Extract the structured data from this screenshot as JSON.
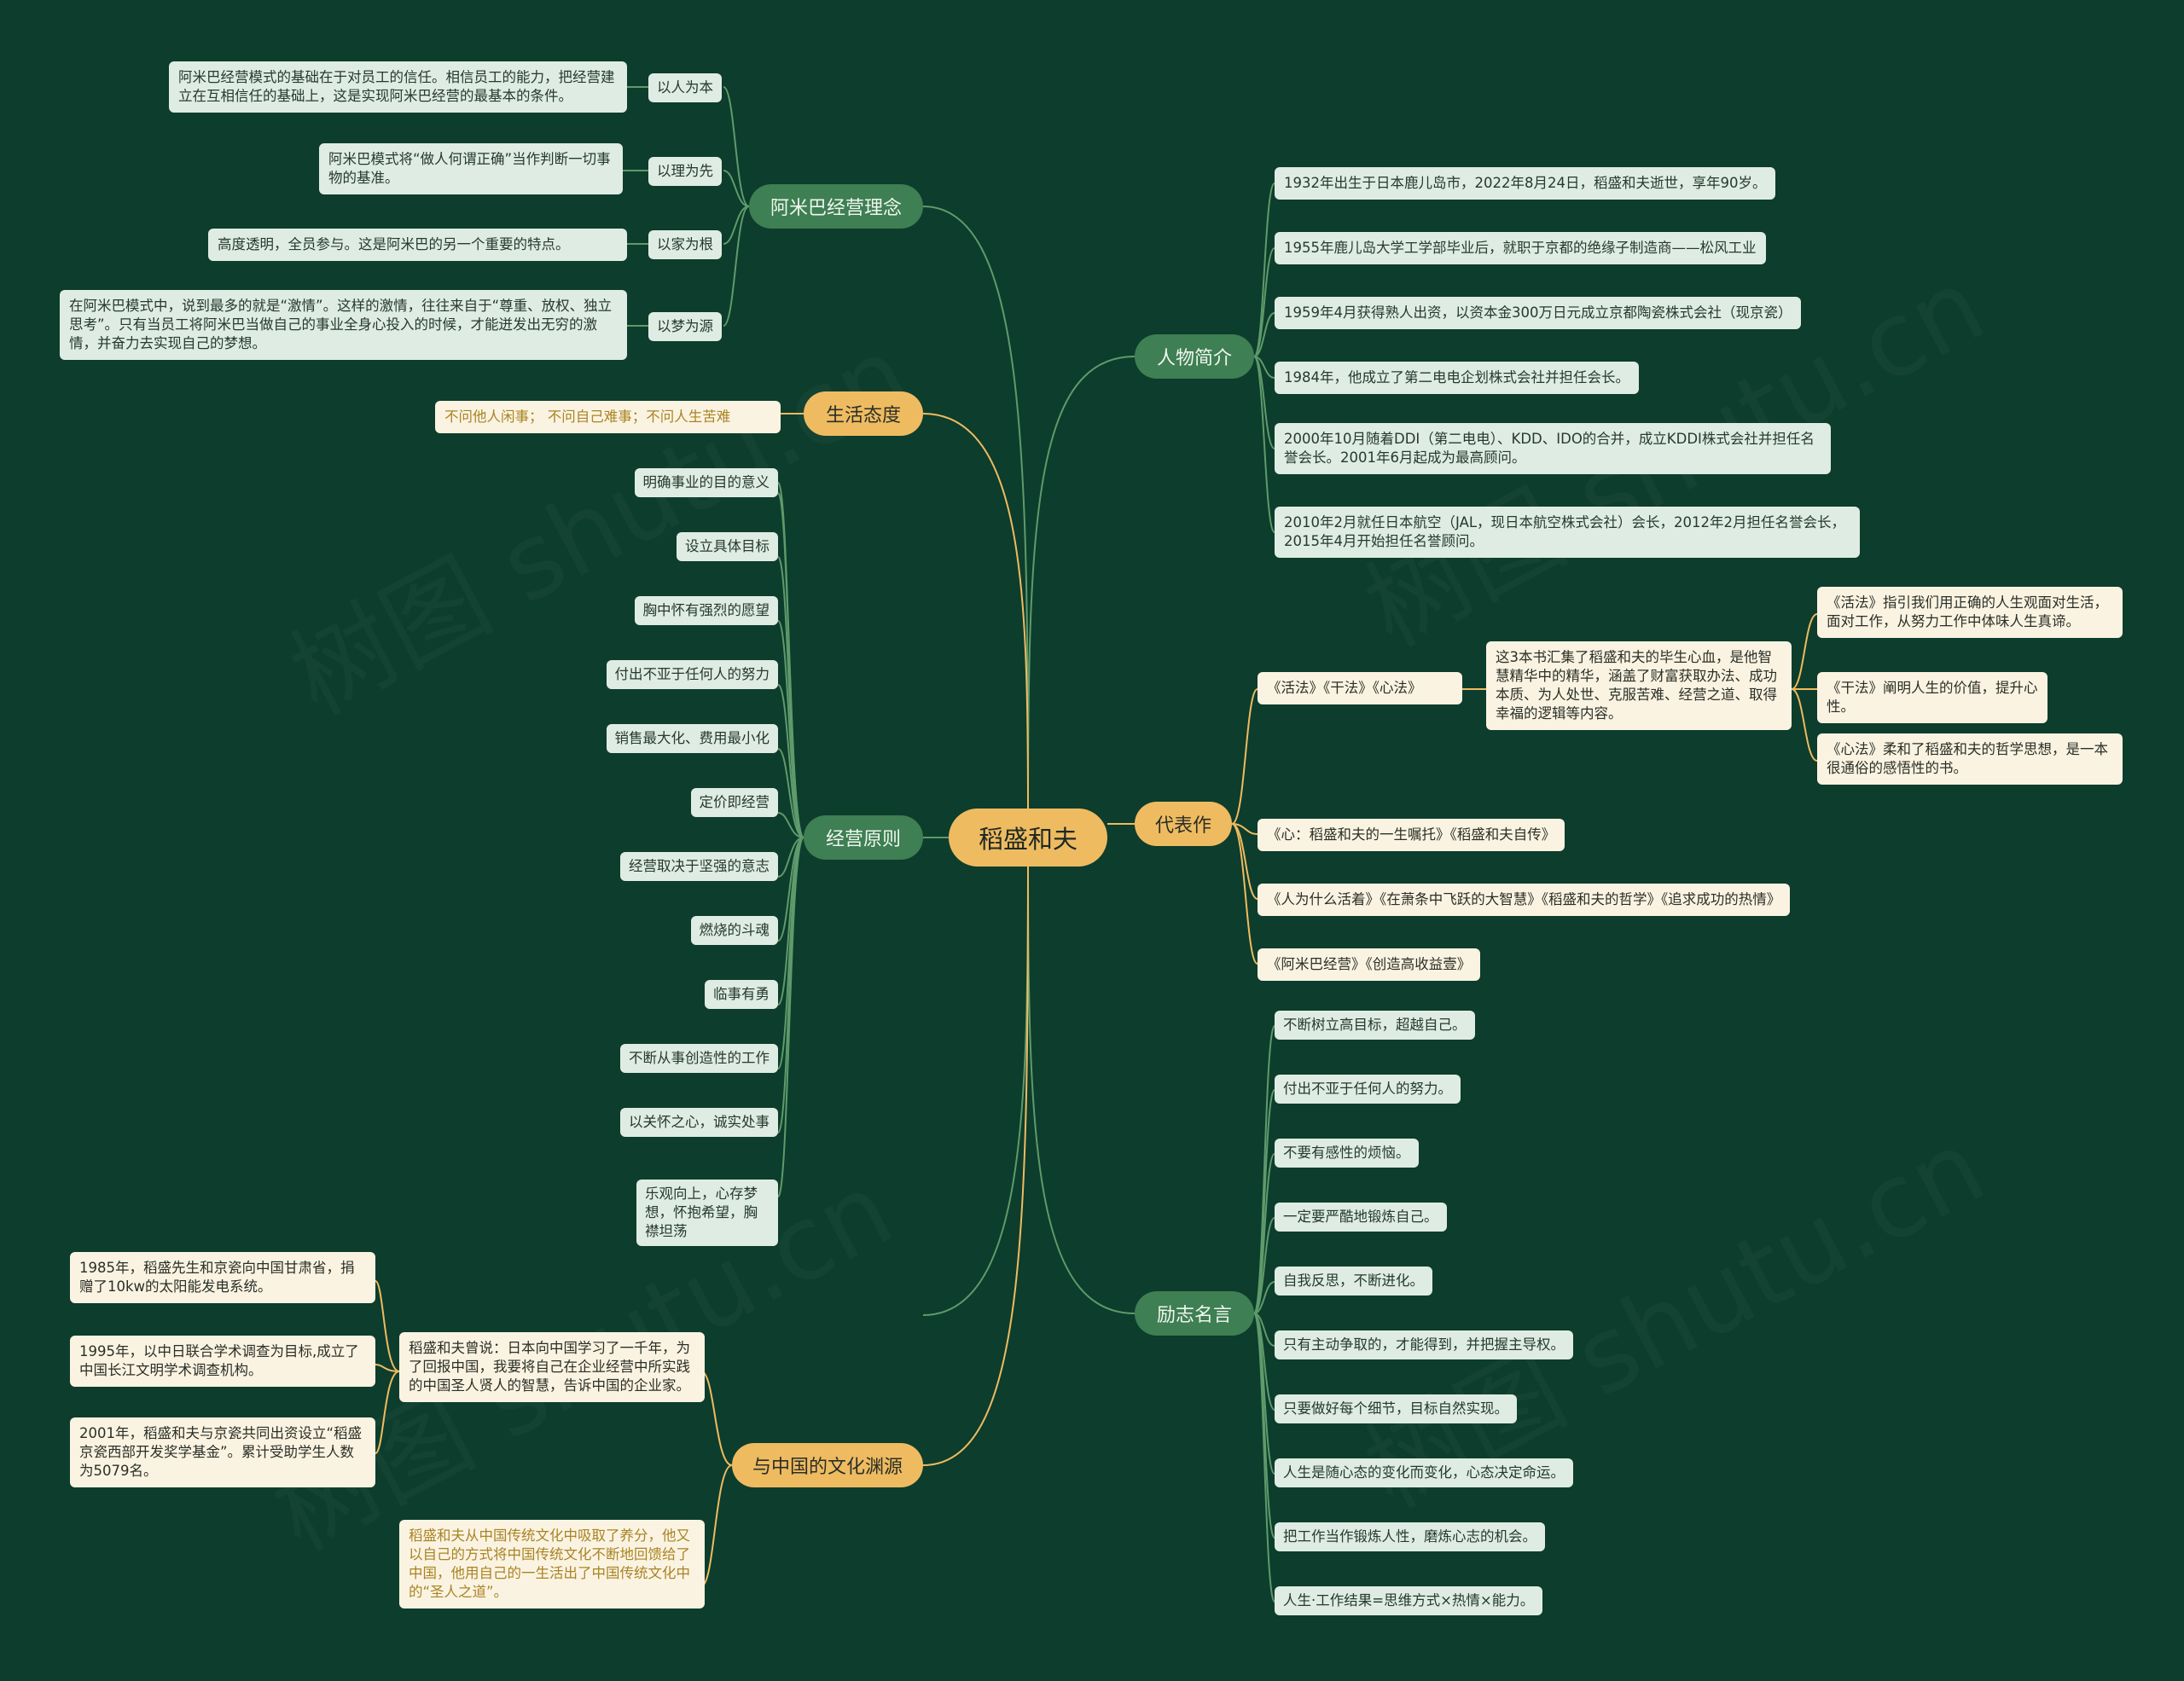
{
  "root": "稻盛和夫",
  "topics": {
    "amiba": "阿米巴经营理念",
    "life": "生活态度",
    "principles": "经营原则",
    "china": "与中国的文化渊源",
    "bio": "人物简介",
    "works": "代表作",
    "quotes": "励志名言"
  },
  "amiba": {
    "items": [
      {
        "label": "以人为本",
        "text": "阿米巴经营模式的基础在于对员工的信任。相信员工的能力，把经营建立在互相信任的基础上，这是实现阿米巴经营的最基本的条件。"
      },
      {
        "label": "以理为先",
        "text": "阿米巴模式将“做人何谓正确”当作判断一切事物的基准。"
      },
      {
        "label": "以家为根",
        "text": "高度透明，全员参与。这是阿米巴的另一个重要的特点。"
      },
      {
        "label": "以梦为源",
        "text": "在阿米巴模式中，说到最多的就是“激情”。这样的激情，往往来自于“尊重、放权、独立思考”。只有当员工将阿米巴当做自己的事业全身心投入的时候，才能迸发出无穷的激情，并奋力去实现自己的梦想。"
      }
    ]
  },
  "life": {
    "text": "不问他人闲事； 不问自己难事；不问人生苦难"
  },
  "principles": {
    "items": [
      "明确事业的目的意义",
      "设立具体目标",
      "胸中怀有强烈的愿望",
      "付出不亚于任何人的努力",
      "销售最大化、费用最小化",
      "定价即经营",
      "经营取决于坚强的意志",
      "燃烧的斗魂",
      "临事有勇",
      "不断从事创造性的工作",
      "以关怀之心，诚实处事",
      "乐观向上，心存梦想，怀抱希望，胸襟坦荡"
    ]
  },
  "china": {
    "saying": "稻盛和夫曾说：日本向中国学习了一千年，为了回报中国，我要将自己在企业经营中所实践的中国圣人贤人的智慧，告诉中国的企业家。",
    "events": [
      "1985年，稻盛先生和京瓷向中国甘肃省，捐赠了10kw的太阳能发电系统。",
      "1995年，以中日联合学术调查为目标,成立了中国长江文明学术调查机构。",
      "2001年，稻盛和夫与京瓷共同出资设立“稻盛京瓷西部开发奖学基金”。累计受助学生人数为5079名。"
    ],
    "absorb": "稻盛和夫从中国传统文化中吸取了养分，他又以自己的方式将中国传统文化不断地回馈给了中国，他用自己的一生活出了中国传统文化中的“圣人之道”。"
  },
  "bio": {
    "items": [
      "1932年出生于日本鹿儿岛市，2022年8月24日，稻盛和夫逝世，享年90岁。",
      "1955年鹿儿岛大学工学部毕业后，就职于京都的绝缘子制造商——松风工业",
      "1959年4月获得熟人出资，以资本金300万日元成立京都陶瓷株式会社（现京瓷）",
      "1984年，他成立了第二电电企划株式会社并担任会长。",
      "2000年10月随着DDI（第二电电）、KDD、IDO的合并，成立KDDI株式会社并担任名誉会长。2001年6月起成为最高顾问。",
      "2010年2月就任日本航空（JAL，现日本航空株式会社）会长，2012年2月担任名誉会长，2015年4月开始担任名誉顾问。"
    ]
  },
  "works": {
    "trilogy": "《活法》《干法》《心法》",
    "summary": "这3本书汇集了稻盛和夫的毕生心血，是他智慧精华中的精华，涵盖了财富获取办法、成功本质、为人处世、克服苦难、经营之道、取得幸福的逻辑等内容。",
    "books": [
      "《活法》指引我们用正确的人生观面对生活，面对工作，从努力工作中体味人生真谛。",
      "《干法》阐明人生的价值，提升心性。",
      "《心法》柔和了稻盛和夫的哲学思想，是一本很通俗的感悟性的书。"
    ],
    "others": [
      "《心：稻盛和夫的一生嘱托》《稻盛和夫自传》",
      "《人为什么活着》《在萧条中飞跃的大智慧》《稻盛和夫的哲学》《追求成功的热情》",
      "《阿米巴经营》《创造高收益壹》"
    ]
  },
  "quotes": {
    "items": [
      "不断树立高目标，超越自己。",
      "付出不亚于任何人的努力。",
      "不要有感性的烦恼。",
      "一定要严酷地锻炼自己。",
      "自我反思，不断进化。",
      "只有主动争取的，才能得到，并把握主导权。",
      "只要做好每个细节，目标自然实现。",
      "人生是随心态的变化而变化，心态决定命运。",
      "把工作当作锻炼人性，磨炼心志的机会。",
      "人生·工作结果=思维方式×热情×能力。"
    ]
  },
  "colors": {
    "background": "#0d3d2c",
    "branch_green": "#3e7f53",
    "branch_gold": "#efbb61",
    "leaf": "#dfece3",
    "leaf_cream": "#fbf3e2",
    "highlight": "#a88423"
  }
}
